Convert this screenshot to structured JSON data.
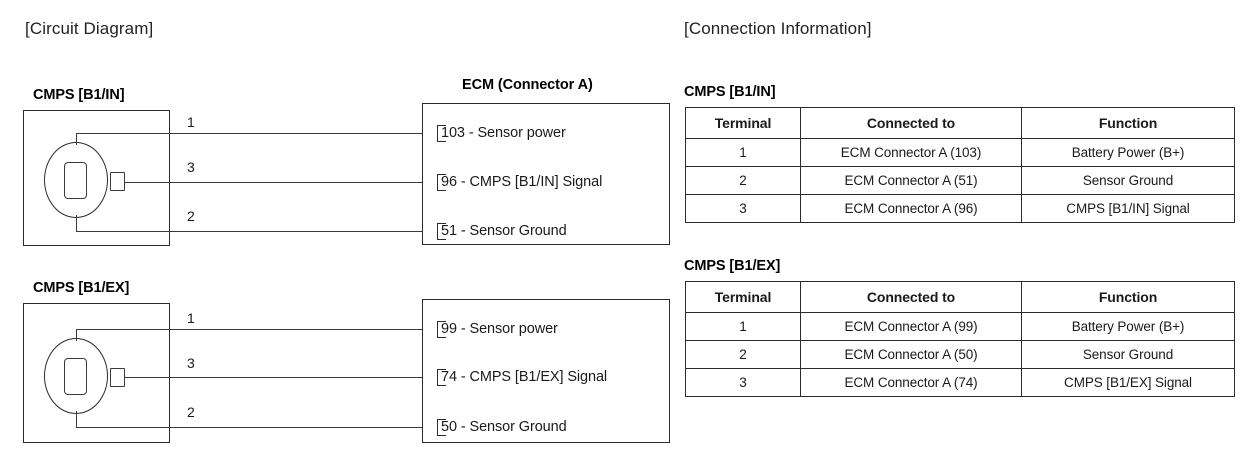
{
  "headings": {
    "circuit_diagram": "[Circuit Diagram]",
    "connection_information": "[Connection Information]"
  },
  "colors": {
    "line": "#2b2b2b",
    "wire": "#3a3a3a",
    "text": "#1a1a1a",
    "background": "#ffffff"
  },
  "circuit": {
    "ecm_title": "ECM (Connector A)",
    "blocks": [
      {
        "sensor_title": "CMPS [B1/IN]",
        "pins": [
          {
            "number": "1",
            "ecm_terminal": "103",
            "ecm_label": "103 - Sensor power"
          },
          {
            "number": "3",
            "ecm_terminal": "96",
            "ecm_label": "96 - CMPS [B1/IN] Signal"
          },
          {
            "number": "2",
            "ecm_terminal": "51",
            "ecm_label": "51 - Sensor Ground"
          }
        ]
      },
      {
        "sensor_title": "CMPS [B1/EX]",
        "pins": [
          {
            "number": "1",
            "ecm_terminal": "99",
            "ecm_label": "99 - Sensor power"
          },
          {
            "number": "3",
            "ecm_terminal": "74",
            "ecm_label": "74 - CMPS [B1/EX] Signal"
          },
          {
            "number": "2",
            "ecm_terminal": "50",
            "ecm_label": "50 - Sensor Ground"
          }
        ]
      }
    ]
  },
  "tables": [
    {
      "caption": "CMPS [B1/IN]",
      "columns": [
        "Terminal",
        "Connected to",
        "Function"
      ],
      "rows": [
        [
          "1",
          "ECM Connector A (103)",
          "Battery Power (B+)"
        ],
        [
          "2",
          "ECM Connector A (51)",
          "Sensor Ground"
        ],
        [
          "3",
          "ECM Connector A (96)",
          "CMPS [B1/IN] Signal"
        ]
      ]
    },
    {
      "caption": "CMPS [B1/EX]",
      "columns": [
        "Terminal",
        "Connected to",
        "Function"
      ],
      "rows": [
        [
          "1",
          "ECM Connector A (99)",
          "Battery Power (B+)"
        ],
        [
          "2",
          "ECM Connector A (50)",
          "Sensor Ground"
        ],
        [
          "3",
          "ECM Connector A (74)",
          "CMPS [B1/EX] Signal"
        ]
      ]
    }
  ]
}
